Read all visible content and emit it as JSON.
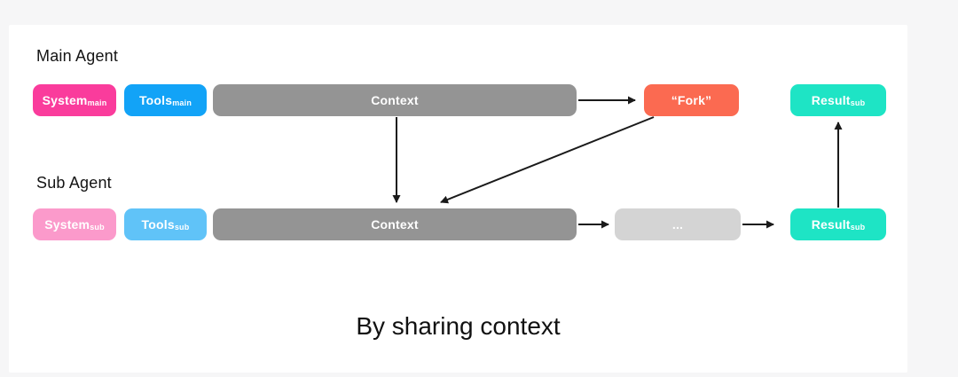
{
  "page": {
    "caption": "By sharing context"
  },
  "diagram": {
    "main_agent": {
      "label": "Main Agent",
      "boxes": {
        "system": {
          "text": "System",
          "sub": "main"
        },
        "tools": {
          "text": "Tools",
          "sub": "main"
        },
        "context": {
          "text": "Context"
        },
        "fork": {
          "text": "“Fork”"
        },
        "result": {
          "text": "Result",
          "sub": "sub"
        }
      }
    },
    "sub_agent": {
      "label": "Sub Agent",
      "boxes": {
        "system": {
          "text": "System",
          "sub": "sub"
        },
        "tools": {
          "text": "Tools",
          "sub": "sub"
        },
        "context": {
          "text": "Context"
        },
        "ellipsis": {
          "text": "..."
        },
        "result": {
          "text": "Result",
          "sub": "sub"
        }
      }
    },
    "colors": {
      "system_main": "#fa3c9c",
      "tools_main": "#12a3f7",
      "context": "#949494",
      "fork": "#fb6a51",
      "result": "#1ee4c5",
      "system_sub": "#fb9acb",
      "tools_sub": "#60c3f8",
      "ellipsis": "#d4d4d4",
      "arrow": "#1a1a1a",
      "panel_background": "#ffffff",
      "page_background": "#f6f6f7"
    }
  }
}
